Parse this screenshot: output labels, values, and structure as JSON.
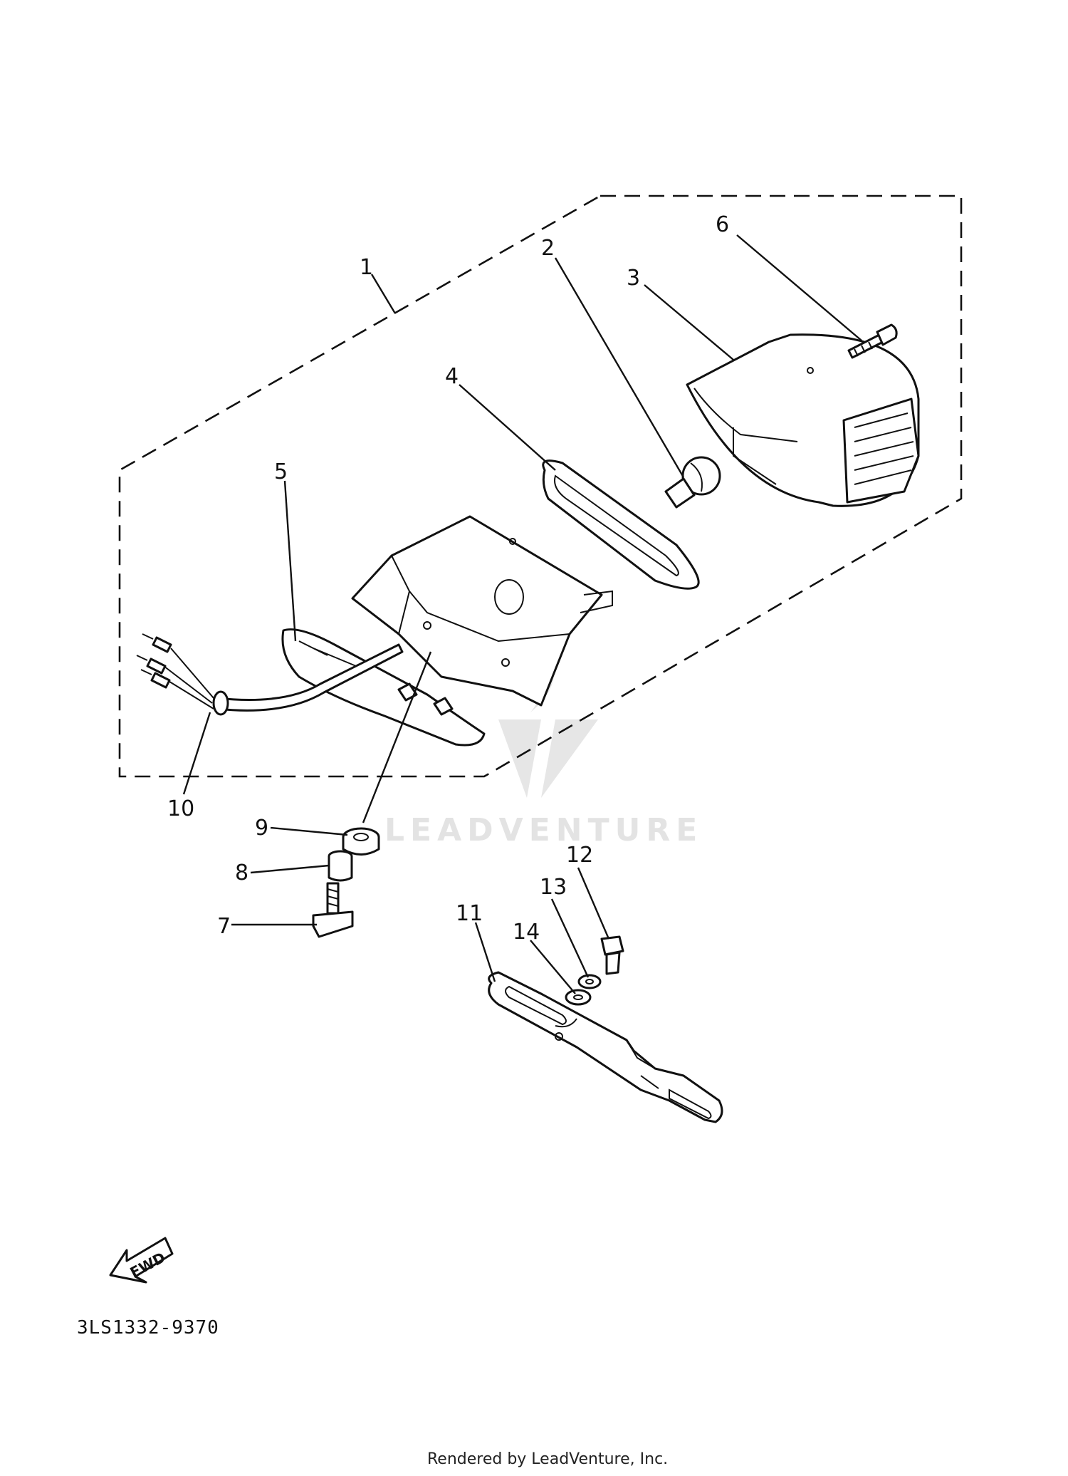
{
  "diagram": {
    "part_code": "3LS1332-9370",
    "footer_text": "Rendered by LeadVenture, Inc.",
    "watermark_text": "LEADVENTURE",
    "fwd_label": "FWD",
    "callouts": {
      "c1": "1",
      "c2": "2",
      "c3": "3",
      "c4": "4",
      "c5": "5",
      "c6": "6",
      "c7": "7",
      "c8": "8",
      "c9": "9",
      "c10": "10",
      "c11": "11",
      "c12": "12",
      "c13": "13",
      "c14": "14"
    }
  }
}
